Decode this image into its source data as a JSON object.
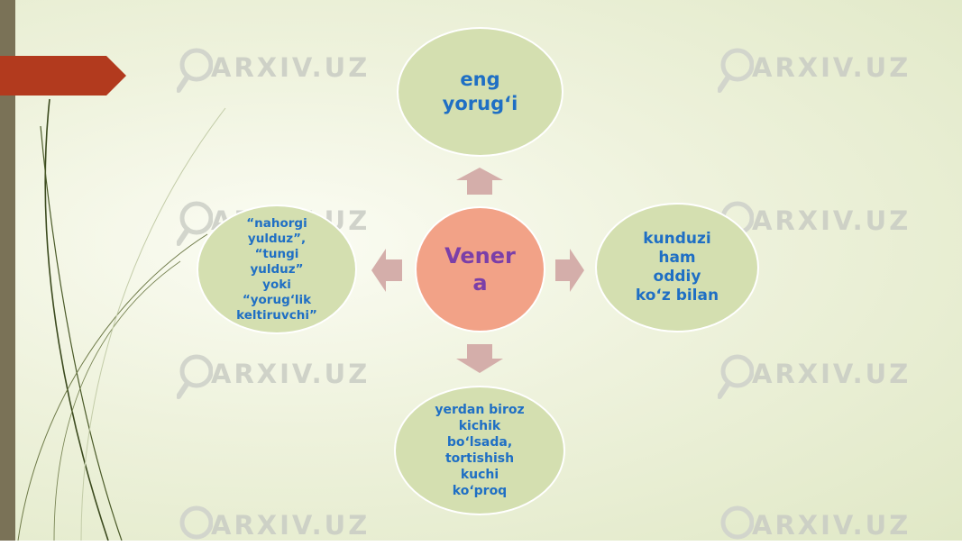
{
  "diagram": {
    "center_label": "Vener\na",
    "top_label": "eng\nyorug‘i",
    "right_label": "kunduzi\nham\noddiy\nko‘z bilan",
    "bottom_label": "yerdan biroz\nkichik\nbo‘lsada,\ntortishish\nkuchi\nko‘proq",
    "left_label": "“nahorgi\nyulduz”,\n“tungi\nyulduz”\nyoki\n“yorug‘lik\nkeltiruvchi”"
  },
  "watermark": {
    "text": "ARXIV.UZ"
  },
  "colors": {
    "sidebar": "#7a7257",
    "accent_tab": "#b23a1e",
    "center_fill": "#f2a287",
    "center_text": "#7b3fa8",
    "satellite_fill": "#d4dfb0",
    "satellite_text": "#1f6fc4",
    "arrow_fill": "#d4aeaa"
  }
}
